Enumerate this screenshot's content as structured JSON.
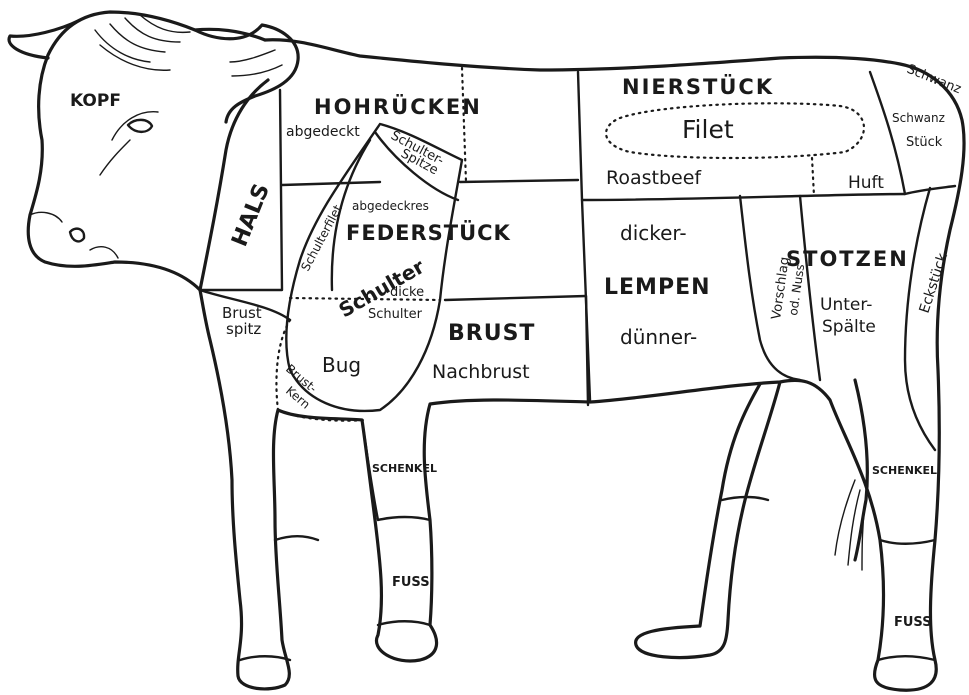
{
  "labels": {
    "kopf": "KOPF",
    "hals": "HALS",
    "hohruecken": "HOHRÜCKEN",
    "abgedeckt": "abgedeckt",
    "nierstueck": "NIERSTÜCK",
    "filet": "Filet",
    "roastbeef": "Roastbeef",
    "huft": "Huft",
    "schwanz": "Schwanz",
    "schwanzstueck_1": "Schwanz",
    "schwanzstueck_2": "Stück",
    "schulterspitze_1": "Schulter-",
    "schulterspitze_2": "Spitze",
    "schulterfilet": "Schulterfilet",
    "abgedeckres": "abgedeckres",
    "federstueck": "FEDERSTÜCK",
    "schulter": "Schulter",
    "dicke_schulter_1": "dicke",
    "dicke_schulter_2": "Schulter",
    "brust": "BRUST",
    "nachbrust": "Nachbrust",
    "bruststpitz_1": "Brust",
    "bruststpitz_2": "spitz",
    "bug": "Bug",
    "brustkern_1": "Brust-",
    "brustkern_2": "Kern",
    "dicker": "dicker-",
    "lempen": "LEMPEN",
    "duenner": "dünner-",
    "vorschlag_1": "Vorschlag",
    "vorschlag_2": "od. Nuss",
    "stotzen": "STOTZEN",
    "unterspaelte_1": "Unter-",
    "unterspaelte_2": "Spälte",
    "eckstueck": "Eckstück",
    "schenkel_front": "SCHENKEL",
    "schenkel_hind": "SCHENKEL",
    "fuss_front": "FUSS",
    "fuss_hind": "FUSS"
  }
}
